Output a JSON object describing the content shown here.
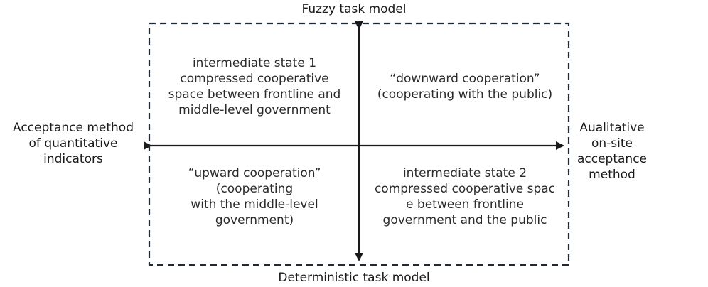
{
  "axes": {
    "top": "Fuzzy task model",
    "bottom": "Deterministic task model",
    "left": "Acceptance method\nof quantitative\nindicators",
    "right": "Aualitative\non-site acceptance\nmethod"
  },
  "quadrants": {
    "top_left": "intermediate state 1\ncompressed cooperative\nspace between frontline and\nmiddle-level government",
    "top_right": "“downward cooperation”\n(cooperating with the public)",
    "bottom_left": "“upward cooperation”\n(cooperating\nwith the middle-level\ngovernment)",
    "bottom_right": "intermediate state 2\ncompressed cooperative spac\ne between frontline\ngovernment and the public"
  },
  "colors": {
    "frame": "#1f2a36",
    "arrows": "#1a1a1a",
    "text": "#1a1a1a"
  }
}
